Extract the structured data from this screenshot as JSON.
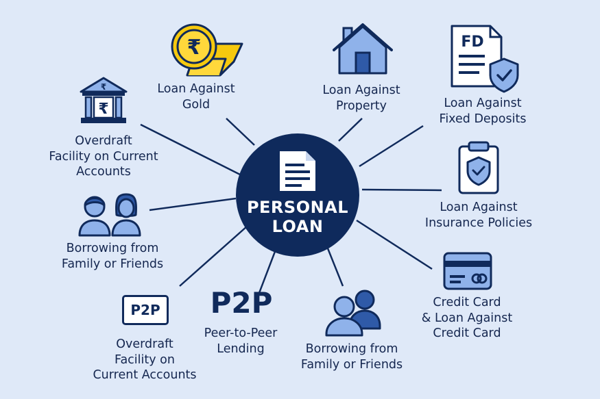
{
  "diagram": {
    "center": {
      "line1": "PERSONAL",
      "line2": "LOAN",
      "icon": "document-icon"
    },
    "nodes": [
      {
        "id": "gold",
        "lines": [
          "Loan Against",
          "Gold"
        ],
        "icon": "gold-coin-bar-icon"
      },
      {
        "id": "property",
        "lines": [
          "Loan Against",
          "Property"
        ],
        "icon": "house-icon"
      },
      {
        "id": "fd",
        "lines": [
          "Loan Against",
          "Fixed Deposits"
        ],
        "icon": "fd-document-shield-icon",
        "icon_text": "FD"
      },
      {
        "id": "insurance",
        "lines": [
          "Loan Against",
          "Insurance Policies"
        ],
        "icon": "clipboard-shield-icon"
      },
      {
        "id": "credit_card",
        "lines": [
          "Credit Card",
          "& Loan Against",
          "Credit Card"
        ],
        "icon": "credit-card-icon"
      },
      {
        "id": "family_bottom",
        "lines": [
          "Borrowing from",
          "Family or Friends"
        ],
        "icon": "two-people-icon"
      },
      {
        "id": "p2p",
        "lines": [
          "Peer-to-Peer",
          "Lending"
        ],
        "icon": "p2p-text-icon",
        "icon_text": "P2P"
      },
      {
        "id": "overdraft_bottom",
        "lines": [
          "Overdraft",
          "Facility on",
          "Current Accounts"
        ],
        "icon": "p2p-box-icon",
        "icon_text": "P2P"
      },
      {
        "id": "family_left",
        "lines": [
          "Borrowing from",
          "Family or Friends"
        ],
        "icon": "couple-icon"
      },
      {
        "id": "overdraft_top",
        "lines": [
          "Overdraft",
          "Facility on Current",
          "Accounts"
        ],
        "icon": "bank-rupee-icon",
        "icon_text": "₹"
      }
    ],
    "rupee_symbol": "₹"
  },
  "colors": {
    "background": "#dfe9f8",
    "navy": "#0f2a5c",
    "icon_blue": "#8fb2ea",
    "gold": "#f6c90e",
    "text": "#14264f"
  }
}
